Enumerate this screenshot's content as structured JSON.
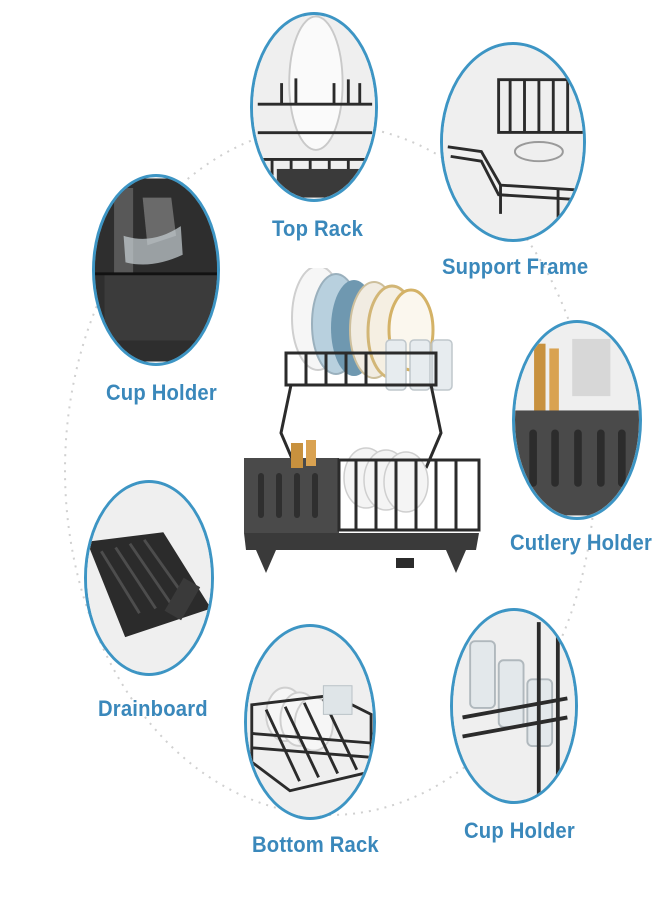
{
  "colors": {
    "accent": "#3d95c4",
    "label_text": "#3a88bb",
    "rack_black": "#2b2b2b",
    "tray_gray": "#4a4a4a"
  },
  "features": [
    {
      "id": "top-rack",
      "label": "Top Rack"
    },
    {
      "id": "support-frame",
      "label": "Support Frame"
    },
    {
      "id": "cup-holder-left",
      "label": "Cup Holder"
    },
    {
      "id": "cutlery-holder",
      "label": "Cutlery Holder"
    },
    {
      "id": "drainboard",
      "label": "Drainboard"
    },
    {
      "id": "bottom-rack",
      "label": "Bottom Rack"
    },
    {
      "id": "cup-holder-right",
      "label": "Cup Holder"
    }
  ]
}
